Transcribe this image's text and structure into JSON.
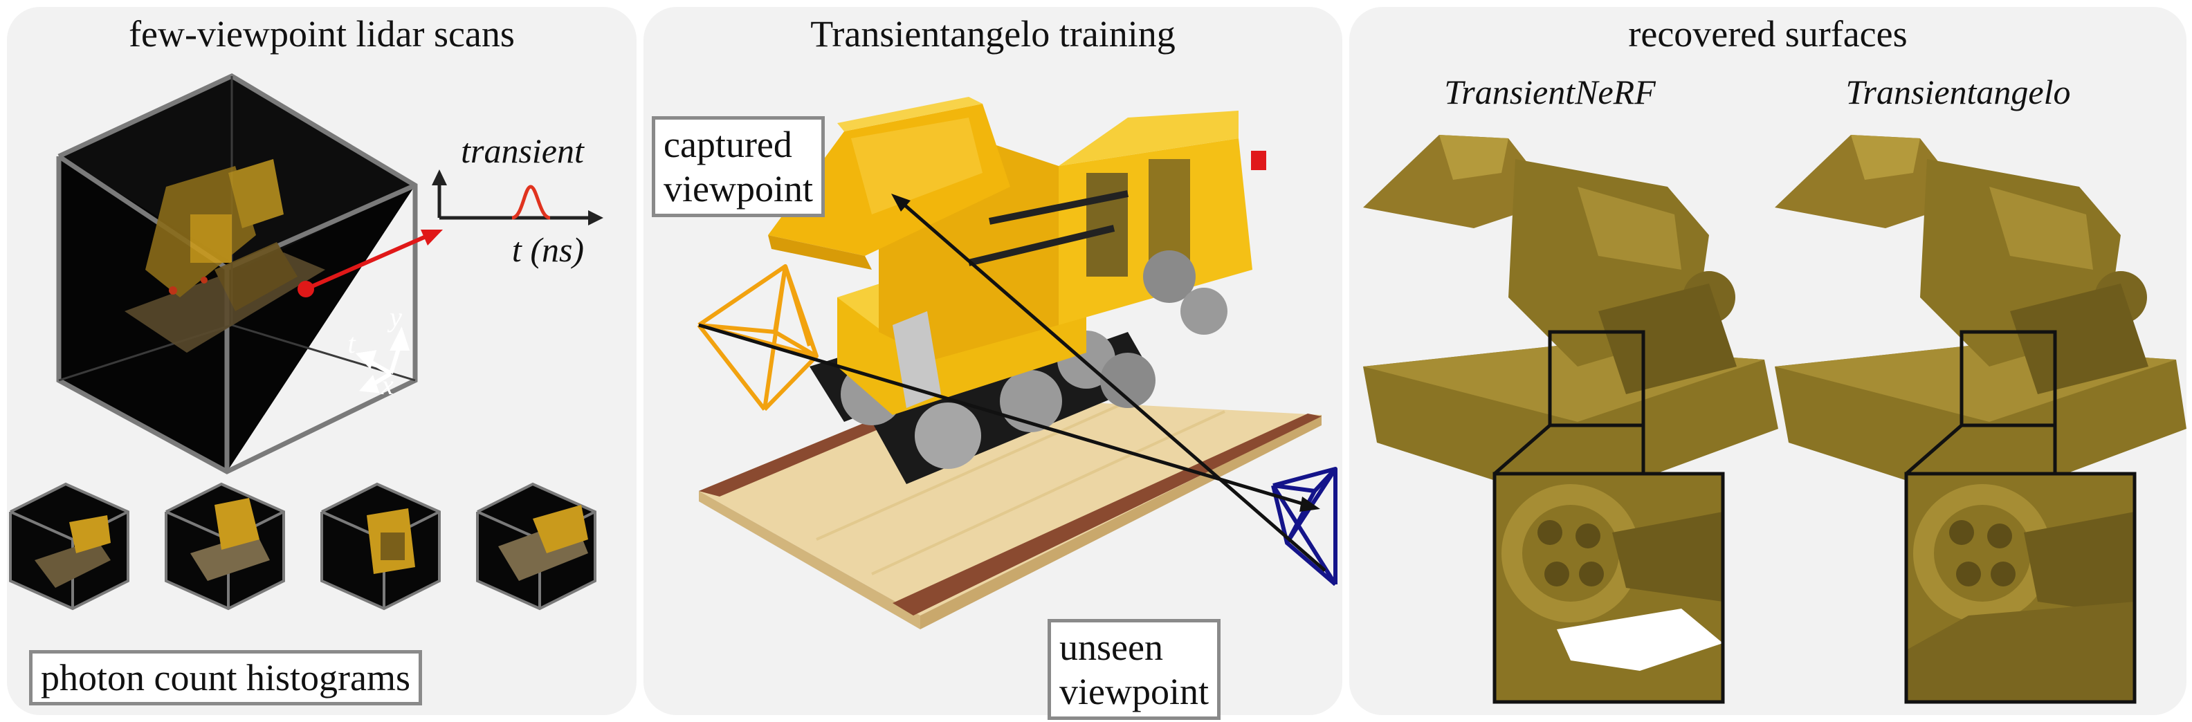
{
  "left_panel": {
    "title": "few-viewpoint lidar scans",
    "transient_label": "transient",
    "time_axis_label": "t (ns)",
    "axis_y": "y",
    "axis_t": "t",
    "axis_x": "x",
    "histograms_label": "photon count histograms",
    "colors": {
      "pulse": "#e0331f",
      "ray": "#e01818",
      "cube_edge": "#7a7a7a"
    }
  },
  "middle_panel": {
    "title": "Transientangelo training",
    "captured_label": "captured\nviewpoint",
    "captured_line1": "captured",
    "captured_line2": "viewpoint",
    "unseen_line1": "unseen",
    "unseen_line2": "viewpoint",
    "colors": {
      "captured_camera": "#f2a20f",
      "unseen_camera": "#14148a",
      "lego": "#f5c518",
      "plate": "#ecd6a4"
    }
  },
  "right_panel": {
    "title": "recovered surfaces",
    "method_left": "TransientNeRF",
    "method_right": "Transientangelo",
    "colors": {
      "surface": "#8a7424",
      "surface_light": "#b49a3c"
    }
  }
}
